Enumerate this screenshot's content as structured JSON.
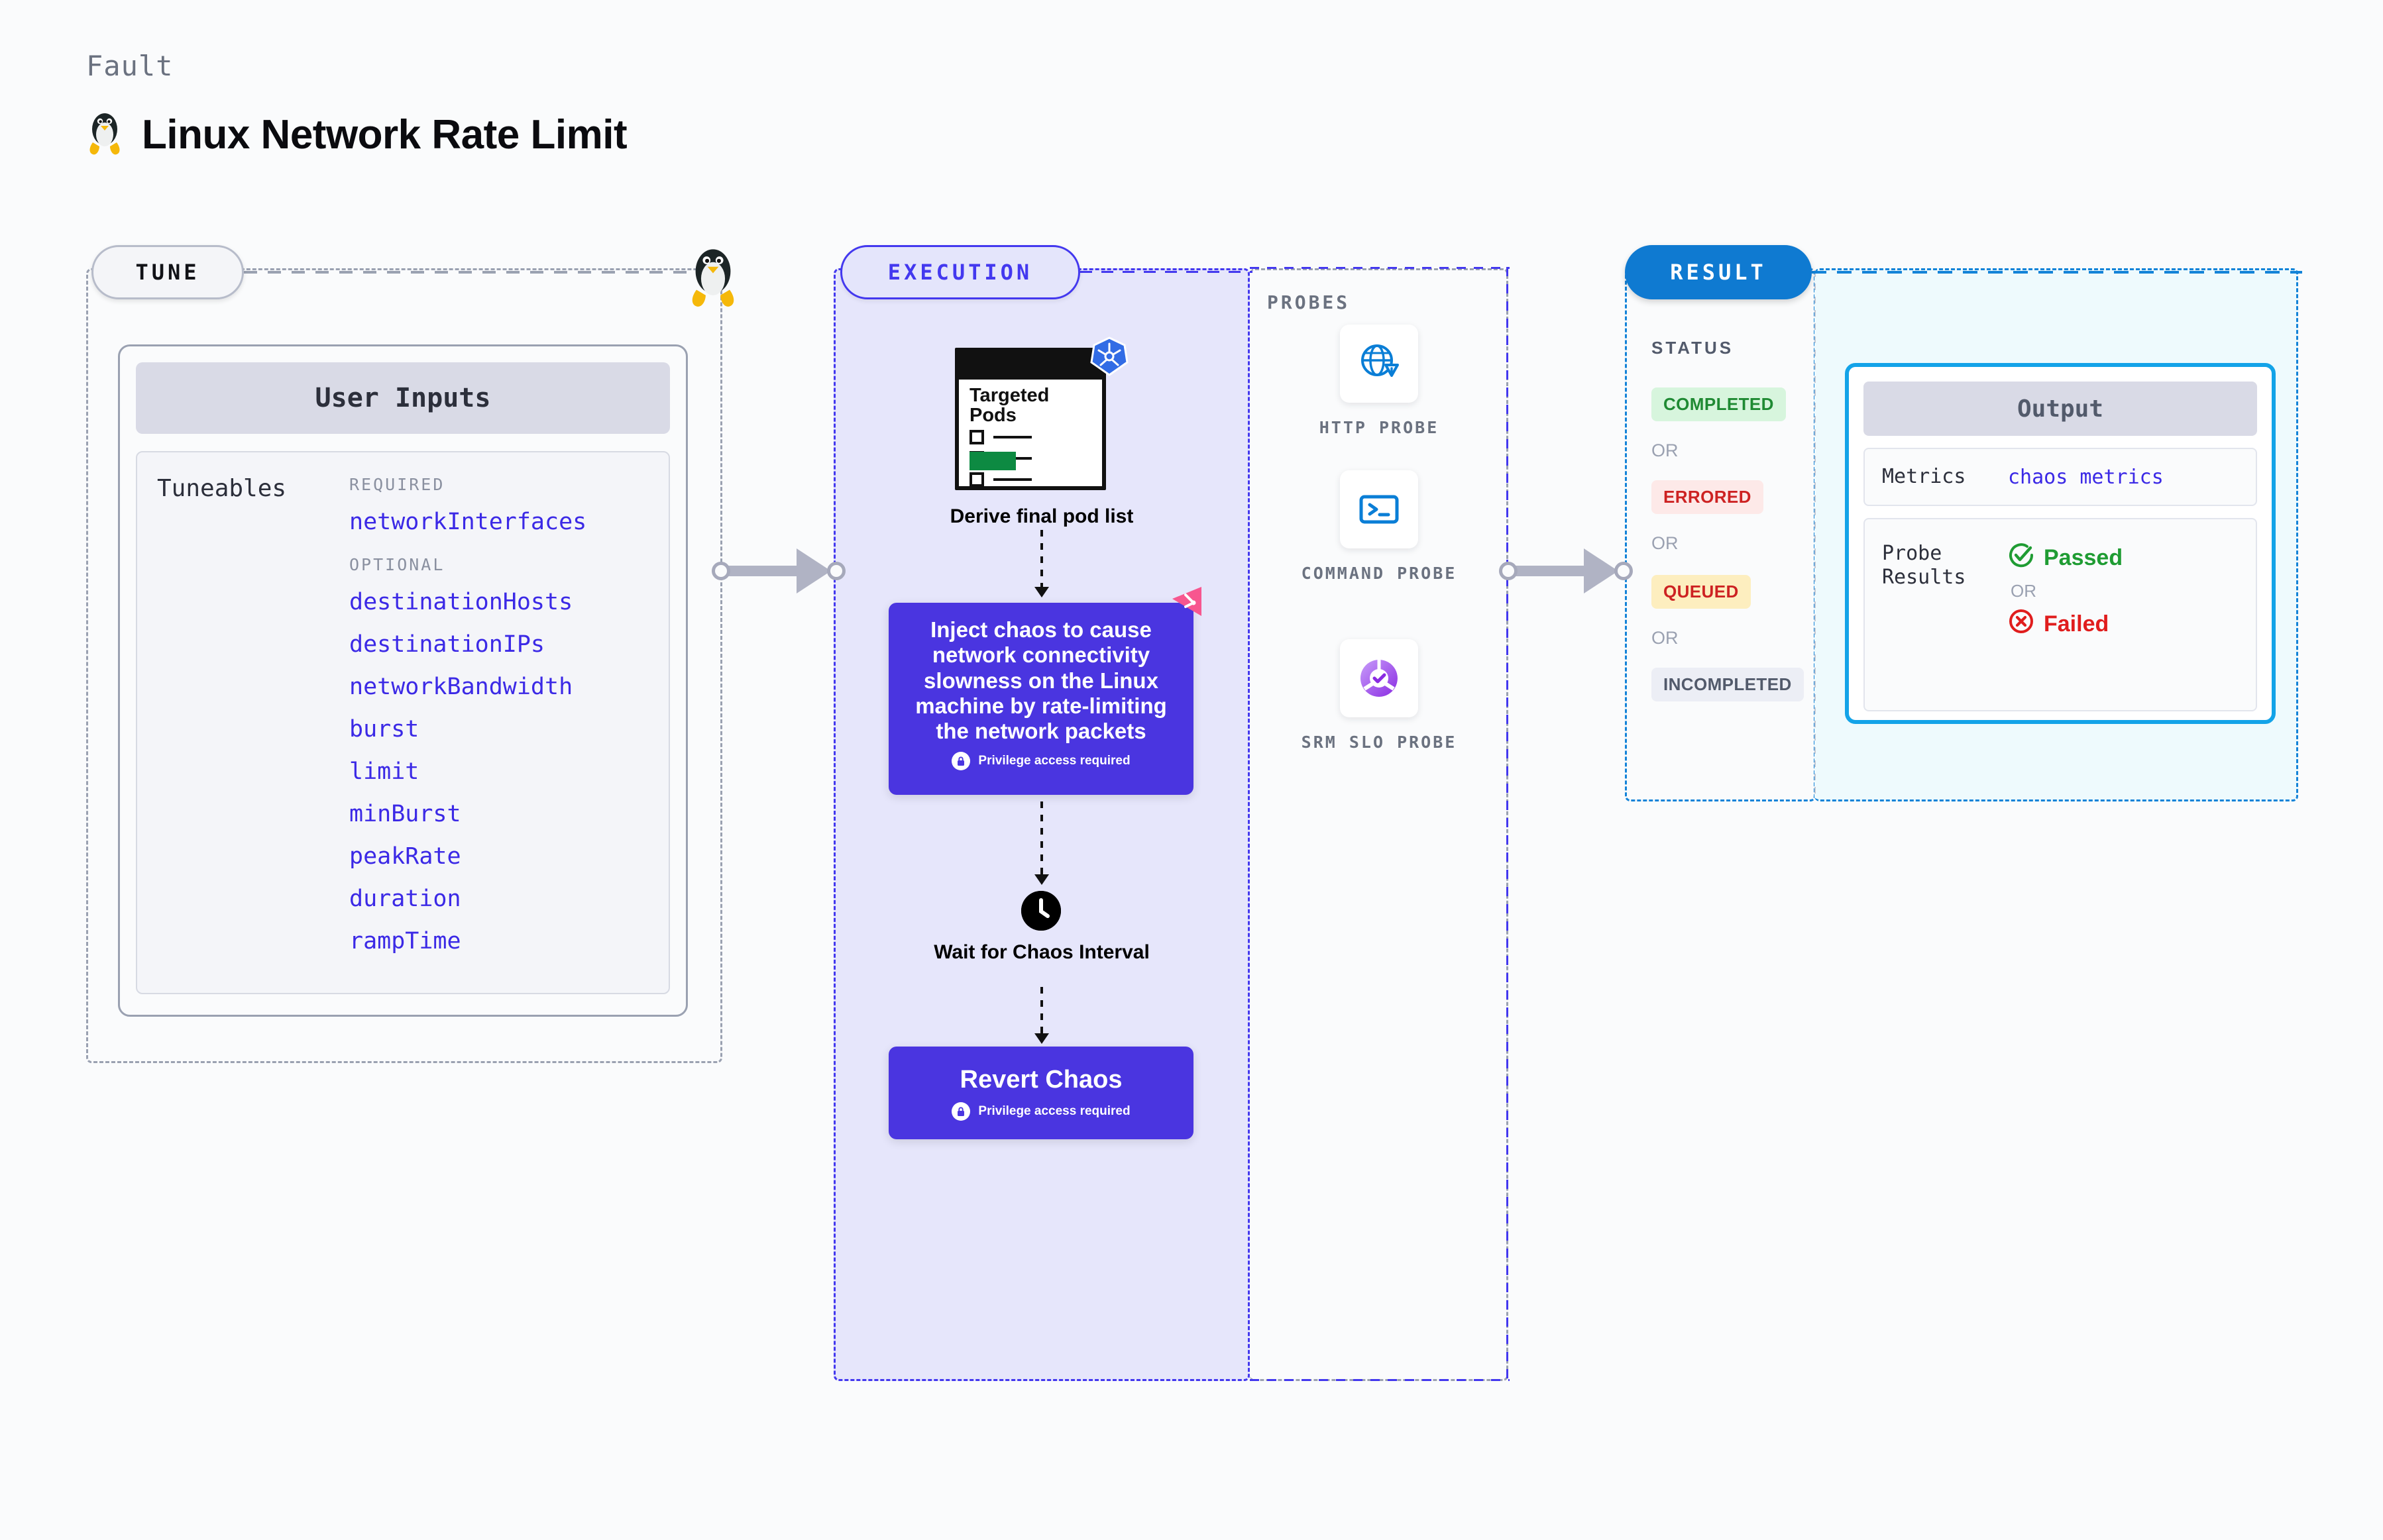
{
  "header": {
    "eyebrow": "Fault",
    "title": "Linux Network Rate Limit",
    "icon": "linux-tux-icon"
  },
  "tune": {
    "tag": "TUNE",
    "card_title": "User Inputs",
    "tuneables_label": "Tuneables",
    "groups": [
      {
        "label": "REQUIRED",
        "items": [
          "networkInterfaces"
        ]
      },
      {
        "label": "OPTIONAL",
        "items": [
          "destinationHosts",
          "destinationIPs",
          "networkBandwidth",
          "burst",
          "limit",
          "minBurst",
          "peakRate",
          "duration",
          "rampTime"
        ]
      }
    ]
  },
  "execution": {
    "tag": "EXECUTION",
    "pods_card": {
      "title": "Targeted Pods",
      "badge_icon": "kubernetes-icon",
      "rows": 3
    },
    "derive_label": "Derive final pod list",
    "chaos": {
      "text": "Inject chaos to cause network connectivity slowness on the Linux machine by rate-limiting the network packets",
      "privilege_note": "Privilege access required",
      "badge_icon": "litmus-icon"
    },
    "wait": {
      "icon": "clock-icon",
      "label": "Wait for Chaos Interval"
    },
    "revert": {
      "title": "Revert Chaos",
      "privilege_note": "Privilege access required"
    }
  },
  "probes": {
    "label": "PROBES",
    "items": [
      {
        "label": "HTTP PROBE",
        "icon": "globe-warning-icon"
      },
      {
        "label": "COMMAND PROBE",
        "icon": "terminal-icon"
      },
      {
        "label": "SRM SLO PROBE",
        "icon": "slo-donut-check-icon"
      }
    ]
  },
  "result": {
    "tag": "RESULT",
    "status_label": "STATUS",
    "or_label": "OR",
    "statuses": [
      {
        "text": "COMPLETED",
        "bg": "#d7f5dd",
        "fg": "#1f8a33"
      },
      {
        "text": "ERRORED",
        "bg": "#fde9e8",
        "fg": "#cd2222"
      },
      {
        "text": "QUEUED",
        "bg": "#fdeebf",
        "fg": "#cd2222"
      },
      {
        "text": "INCOMPLETED",
        "bg": "#eceef5",
        "fg": "#525a6b"
      }
    ],
    "output": {
      "title": "Output",
      "metrics_key": "Metrics",
      "metrics_value": "chaos metrics",
      "probe_results_key": "Probe Results",
      "passed": "Passed",
      "failed": "Failed",
      "or_label": "OR"
    }
  },
  "colors": {
    "accent_purple": "#4a35e0",
    "accent_blue": "#0f7ad1",
    "tunable_text": "#3b29e6",
    "output_border": "#13a3e8"
  }
}
